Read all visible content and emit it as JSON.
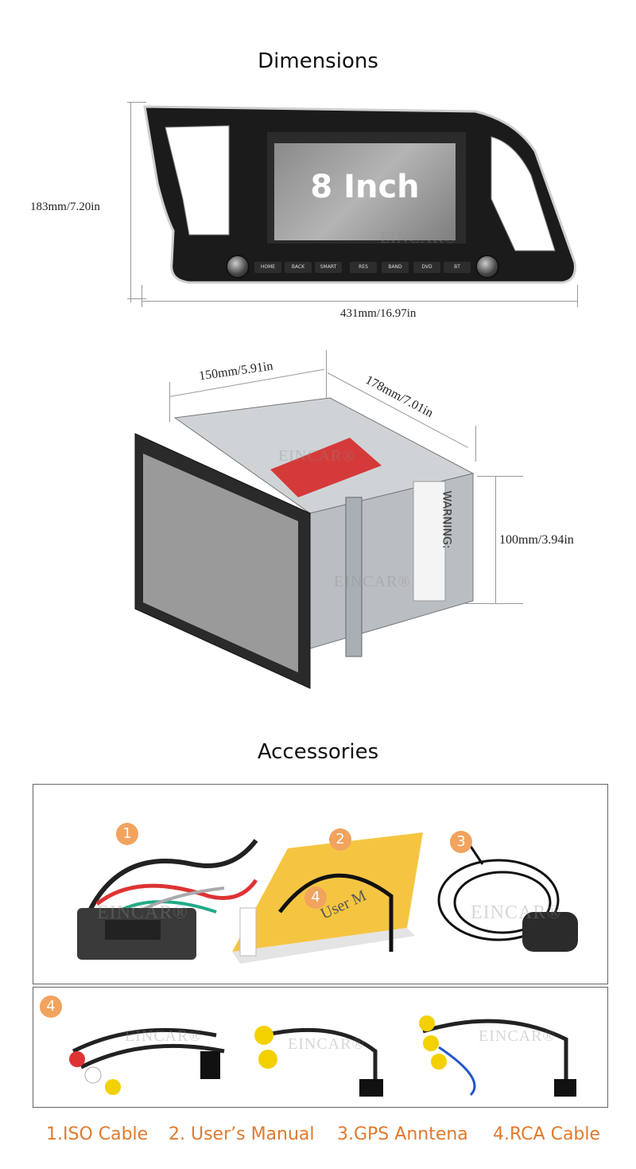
{
  "headings": {
    "dimensions": "Dimensions",
    "accessories": "Accessories"
  },
  "front_view": {
    "height_label": "183mm/7.20in",
    "width_label": "431mm/16.97in",
    "screen_label": "8 Inch",
    "buttons": [
      "HOME",
      "BACK",
      "SMART",
      "RES",
      "BAND",
      "DVD",
      "BT"
    ],
    "watermark": "EINCAR®"
  },
  "side_view": {
    "width_label": "150mm/5.91in",
    "depth_label": "178mm/7.01in",
    "height_label": "100mm/3.94in",
    "warning_label": "WARNING:",
    "watermark": "EINCAR®"
  },
  "accessory_badges": [
    "1",
    "2",
    "3",
    "4",
    "4"
  ],
  "accessory_watermark": "EINCAR®",
  "manual_text": "User M",
  "captions": [
    "1.ISO Cable",
    "2. User’s Manual",
    "3.GPS Anntena",
    "4.RCA Cable"
  ],
  "colors": {
    "accent": "#e07a2e",
    "badge": "#f2a35e"
  }
}
